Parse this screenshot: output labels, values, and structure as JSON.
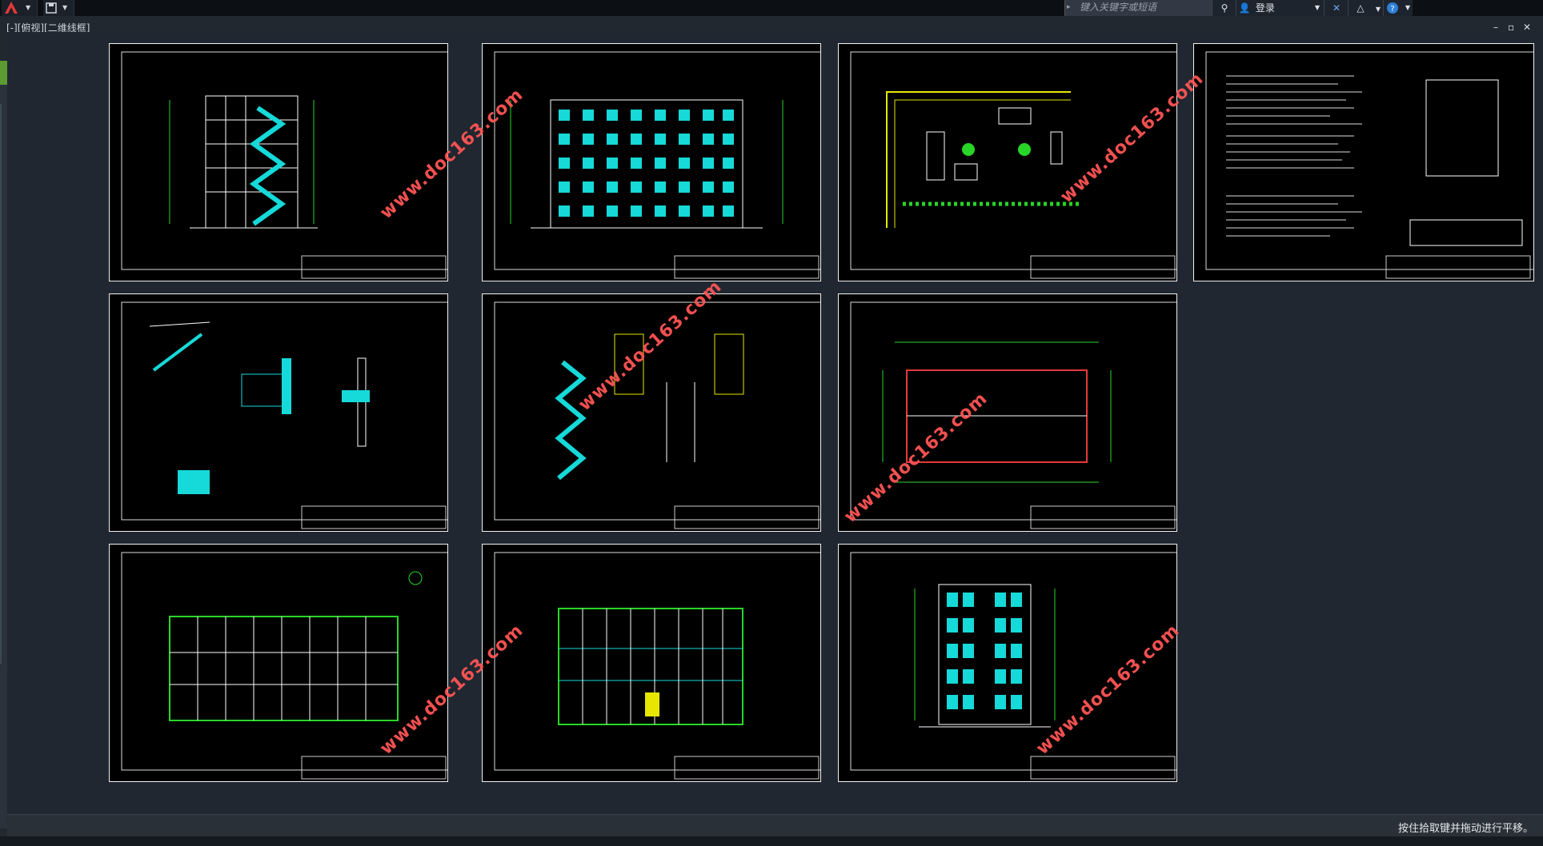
{
  "titlebar": {
    "search_placeholder": "键入关键字或短语",
    "login_label": "登录"
  },
  "viewport": {
    "label": "[-][俯视][二维线框]"
  },
  "watermark": "www.doc163.com",
  "status": {
    "message": "按住拾取键并拖动进行平移。"
  },
  "colors": {
    "accent_red": "#e5393a",
    "cad_green": "#27d627",
    "cad_cyan": "#16d9d9",
    "cad_yellow": "#e6e600",
    "sheet_bg": "#000000"
  }
}
